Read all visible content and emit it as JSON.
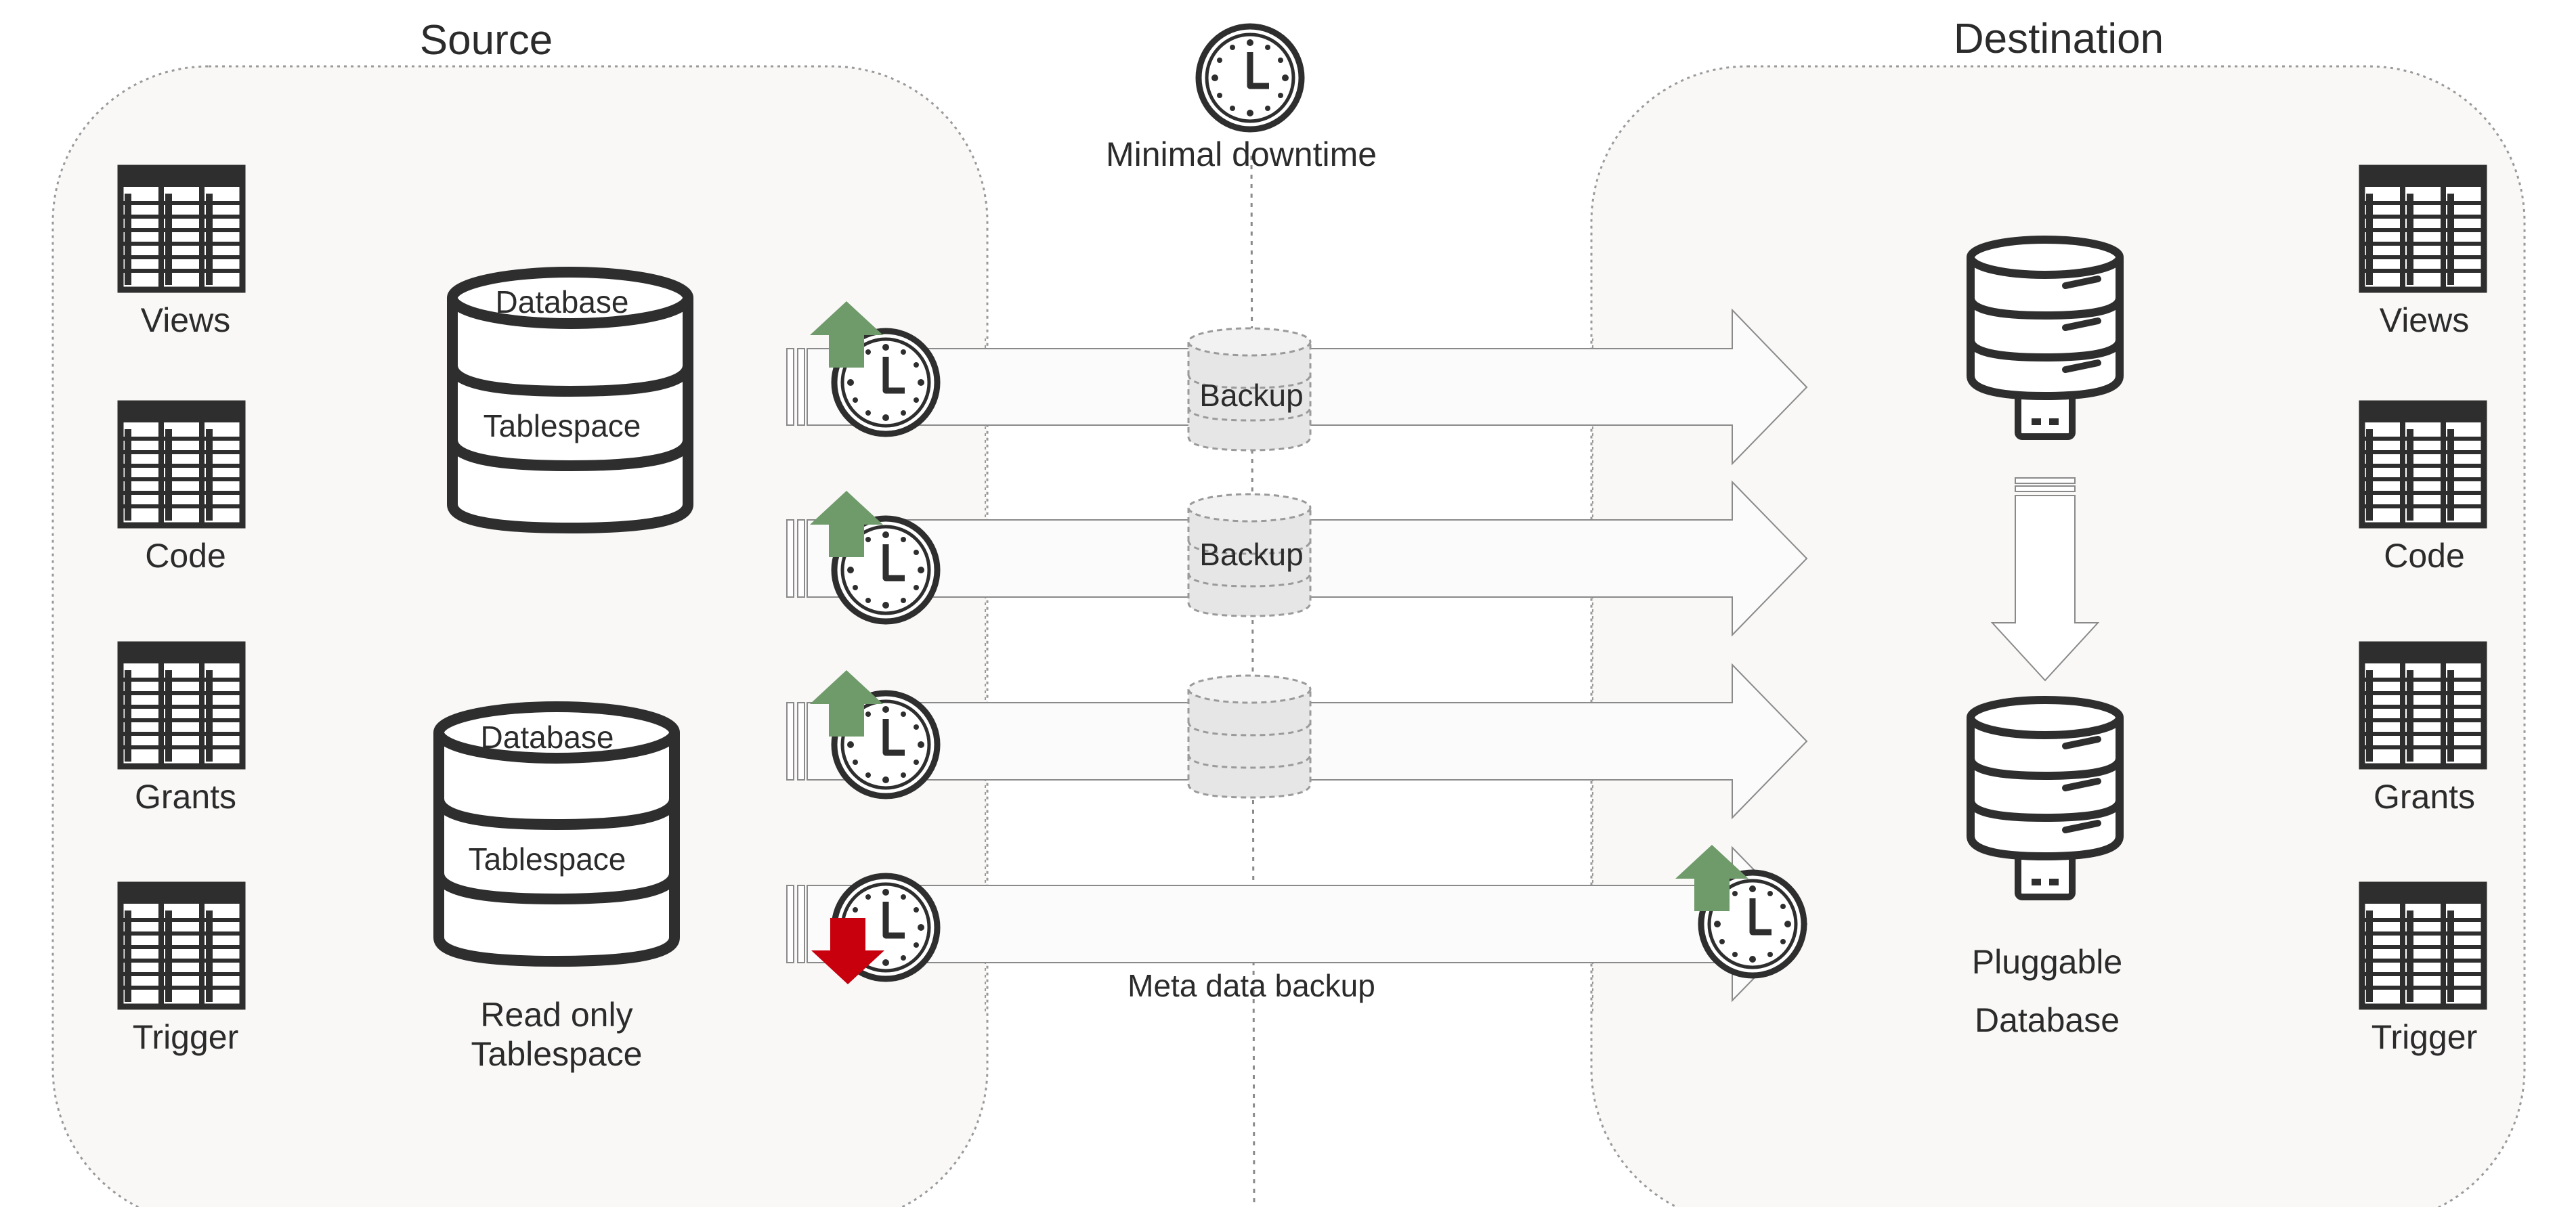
{
  "source": {
    "title": "Source",
    "objects": [
      "Views",
      "Code",
      "Grants",
      "Trigger"
    ],
    "db1": {
      "top_label": "Database",
      "mid_label": "Tablespace"
    },
    "db2": {
      "top_label": "Database",
      "mid_label": "Tablespace",
      "caption_line1": "Read only",
      "caption_line2": "Tablespace"
    }
  },
  "center": {
    "downtime_label": "Minimal downtime",
    "backup_label_1": "Backup",
    "backup_label_2": "Backup",
    "metadata_label": "Meta data backup"
  },
  "destination": {
    "title": "Destination",
    "objects": [
      "Views",
      "Code",
      "Grants",
      "Trigger"
    ],
    "pdb_caption_line1": "Pluggable",
    "pdb_caption_line2": "Database"
  },
  "colors": {
    "up_arrow": "#6f9a6a",
    "down_arrow": "#c8000e",
    "panel_fill": "#f9f8f7",
    "icon_dark": "#2e2e2e"
  },
  "icons": {
    "table_icon": "table-grid-icon",
    "clock_icon": "clock-icon",
    "database_icon": "database-cylinder-icon",
    "pluggable_icon": "usb-database-icon"
  }
}
